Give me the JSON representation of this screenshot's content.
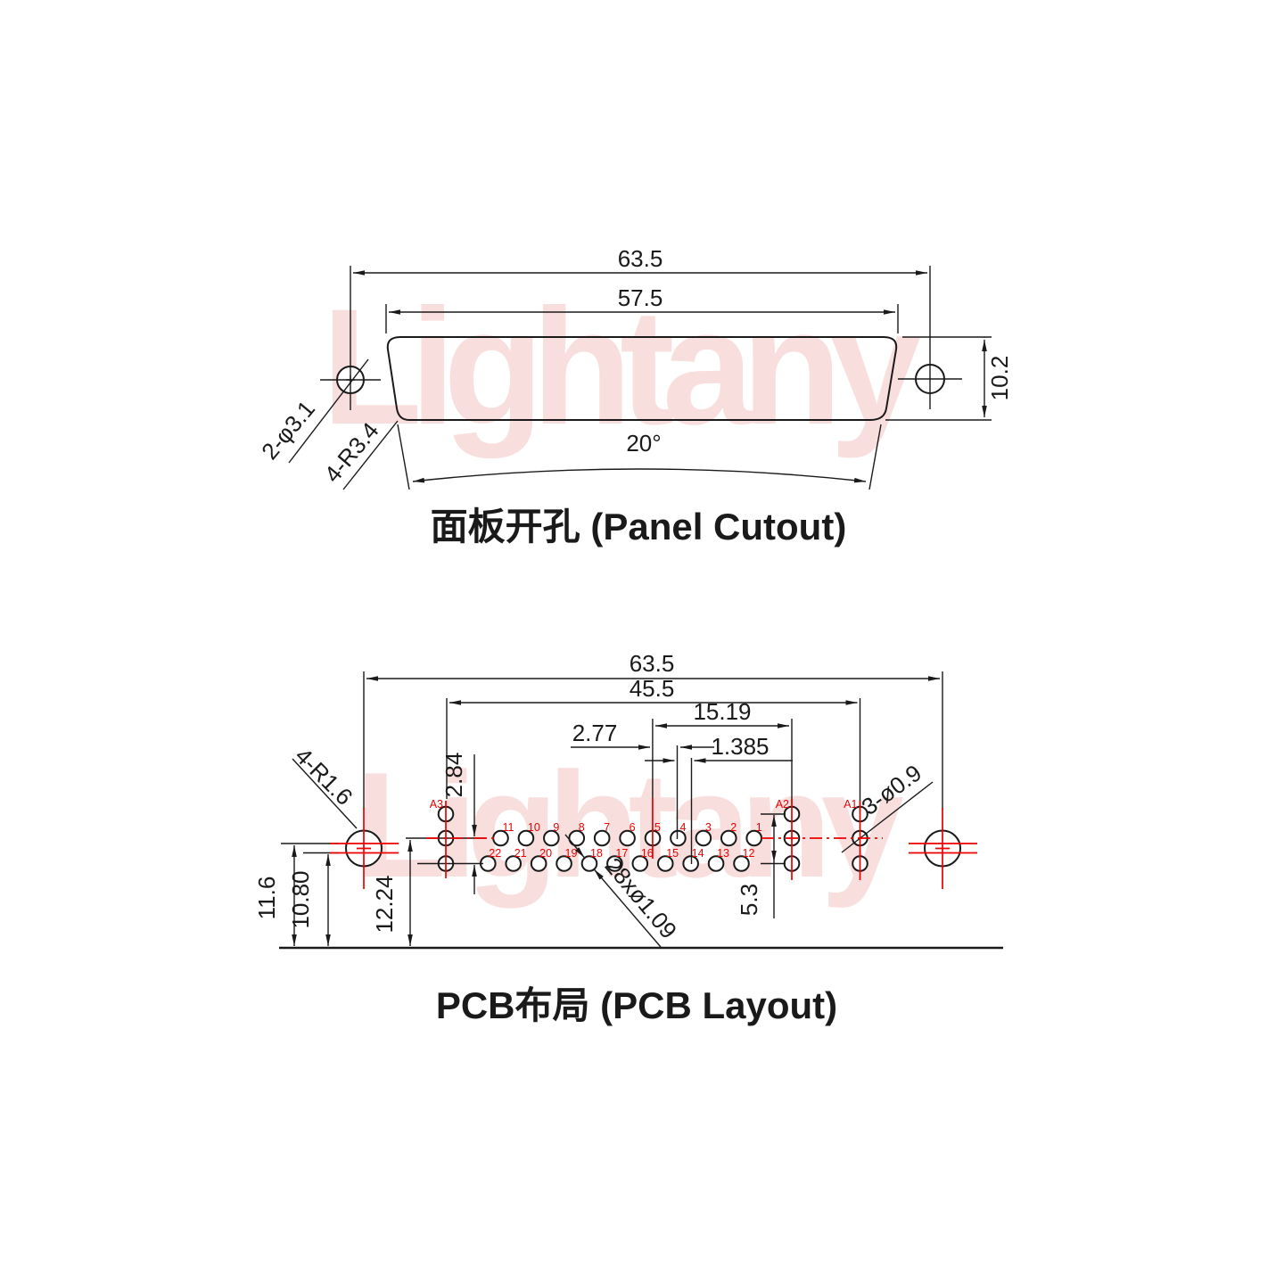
{
  "watermark": {
    "text": "Lightany"
  },
  "colors": {
    "line": "#1a1a1a",
    "accent_red": "#ee0000",
    "watermark_pink": "#f9dede"
  },
  "panel_cutout": {
    "title": "面板开孔 (Panel Cutout)",
    "dim_outer_width": "63.5",
    "dim_inner_width": "57.5",
    "dim_height": "10.2",
    "dim_angle": "20°",
    "label_mount_holes": "2-φ3.1",
    "label_corner_radius": "4-R3.4"
  },
  "pcb_layout": {
    "title": "PCB布局 (PCB Layout)",
    "dim_outer_width": "63.5",
    "dim_inner_width": "45.5",
    "dim_coax_span": "15.19",
    "dim_pin_pitch": "2.77",
    "dim_row_offset": "1.385",
    "dim_row_gap": "2.84",
    "dim_height_mount": "11.6",
    "dim_height_lower": "10.80",
    "dim_height_row": "12.24",
    "dim_coax_gap": "5.3",
    "label_mount_radius": "4-R1.6",
    "label_coax_hole": "3-ø0.9",
    "label_signal_holes": "28xø1.09",
    "pins": {
      "top_row": [
        "11",
        "10",
        "9",
        "8",
        "7",
        "6",
        "5",
        "4",
        "3",
        "2",
        "1"
      ],
      "bottom_row": [
        "22",
        "21",
        "20",
        "19",
        "18",
        "17",
        "16",
        "15",
        "14",
        "13",
        "12"
      ],
      "coax": [
        "A3",
        "A2",
        "A1"
      ]
    }
  }
}
